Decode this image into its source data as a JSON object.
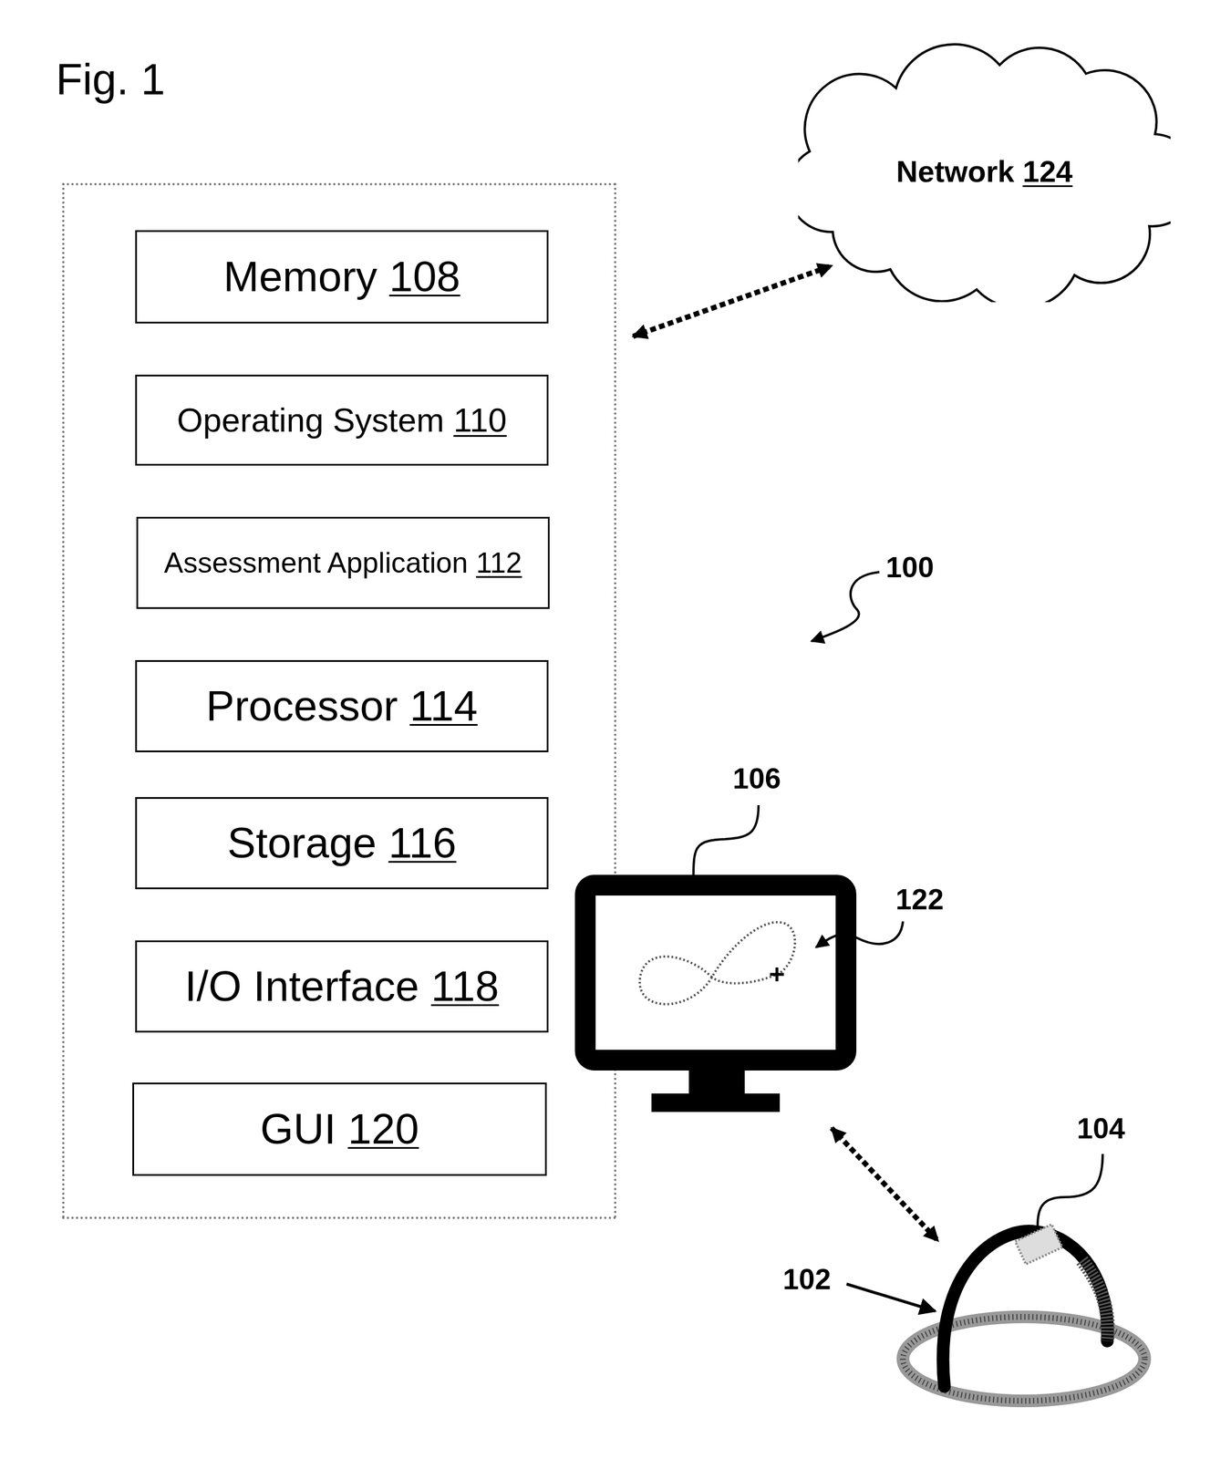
{
  "diagram": {
    "nodes": [
      {
        "text": [
          "Network",
          "124"
        ]
      },
      {
        "text": []
      },
      {
        "text": [
          "Memory",
          "108"
        ],
        "in": 1
      },
      {
        "text": [
          "Operating System",
          "110"
        ],
        "in": 1
      },
      {
        "text": [
          "Assessment Application",
          "112"
        ],
        "in": 1
      },
      {
        "text": [
          "Processor",
          "114"
        ],
        "in": 1
      },
      {
        "text": [
          "Storage",
          "116"
        ],
        "in": 1
      },
      {
        "text": [
          "I/O Interface",
          "118"
        ],
        "in": 1
      },
      {
        "text": [
          "GUI",
          "120"
        ],
        "in": 1
      }
    ],
    "edges": [
      {
        "from": 1,
        "to": 0,
        "arrow": "both"
      }
    ],
    "labels": [
      "Fig. 1",
      "100",
      "106",
      "122",
      "104",
      "102"
    ]
  }
}
